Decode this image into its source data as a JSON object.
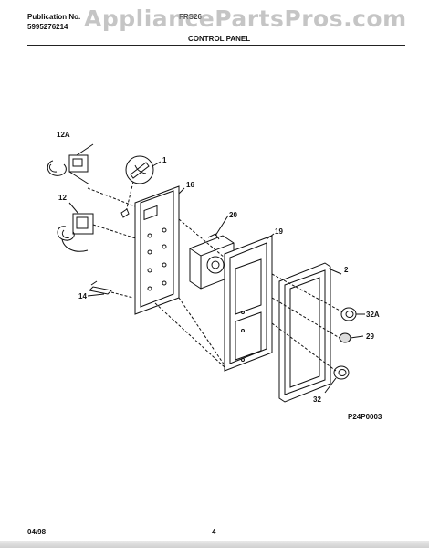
{
  "header": {
    "pub_label": "Publication No.",
    "pub_number": "5995276214",
    "model_partial": "FRS26"
  },
  "watermark": "AppliancePartsPros.com",
  "section_title": "CONTROL PANEL",
  "callouts": {
    "c12A": "12A",
    "c12": "12",
    "c1": "1",
    "c16": "16",
    "c20": "20",
    "c19": "19",
    "c2": "2",
    "c14": "14",
    "c32A": "32A",
    "c29": "29",
    "c32": "32"
  },
  "figure_code": "P24P0003",
  "footer": {
    "date": "04/98",
    "page": "4"
  }
}
